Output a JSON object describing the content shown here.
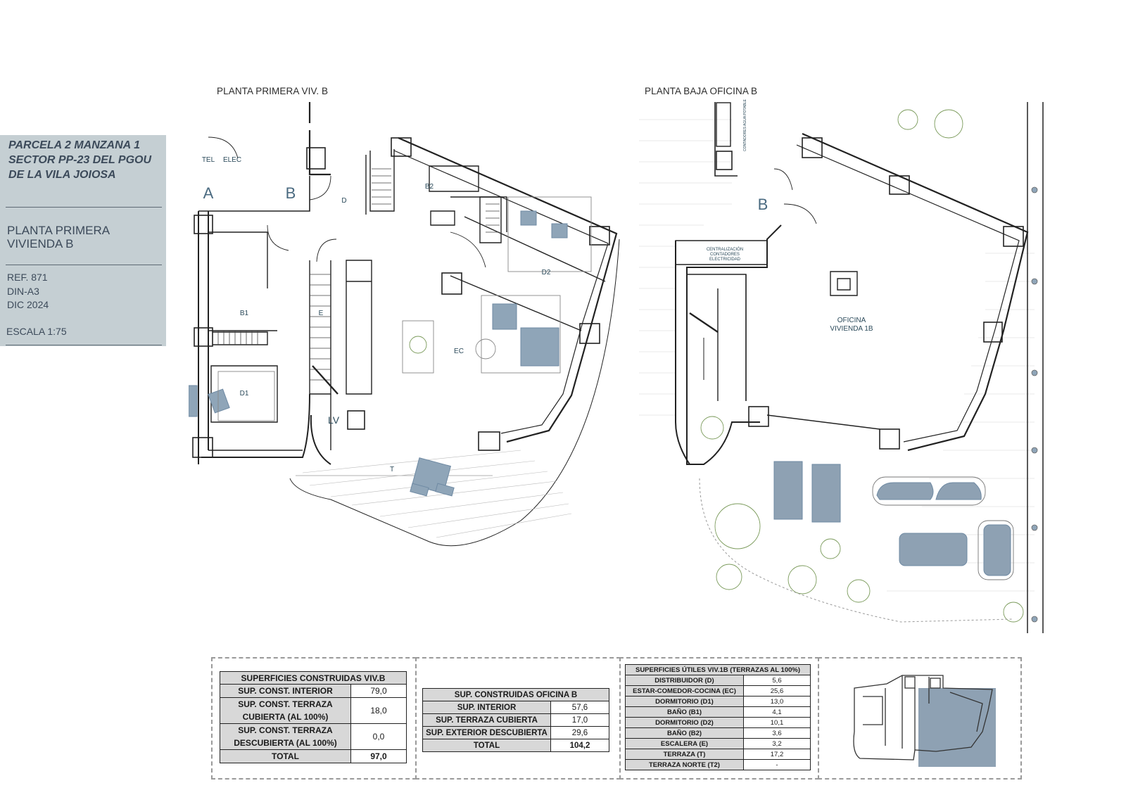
{
  "info": {
    "title_lines": [
      "PARCELA 2 MANZANA 1",
      "SECTOR PP-23 DEL PGOU",
      "DE LA VILA JOIOSA"
    ],
    "plan_lines": [
      "PLANTA PRIMERA",
      "VIVIENDA B"
    ],
    "ref_lines": [
      "REF. 871",
      "DIN-A3",
      "DIC 2024"
    ],
    "scale": "ESCALA 1:75"
  },
  "plan_left": {
    "title": "PLANTA PRIMERA VIV. B",
    "labels": {
      "tel": "TEL",
      "elec": "ELEC",
      "a": "A",
      "b": "B",
      "d": "D",
      "b2": "B2",
      "d2": "D2",
      "b1": "B1",
      "e": "E",
      "ec": "EC",
      "d1": "D1",
      "lv": "LV",
      "t": "T"
    }
  },
  "plan_right": {
    "title": "PLANTA BAJA OFICINA B",
    "labels": {
      "b": "B",
      "contadores_agua": "CONTADORES AGUA POTABLE",
      "centralizacion": [
        "CENTRALIZACIÓN",
        "CONTADORES",
        "ELECTRICIDAD"
      ],
      "oficina": [
        "OFICINA",
        "VIVIENDA 1B"
      ]
    }
  },
  "table_construidas_viv": {
    "header": "SUPERFICIES CONSTRUIDAS VIV.B",
    "rows": [
      {
        "label": [
          "SUP. CONST. INTERIOR"
        ],
        "value": "79,0"
      },
      {
        "label": [
          "SUP. CONST. TERRAZA",
          "CUBIERTA (AL 100%)"
        ],
        "value": "18,0"
      },
      {
        "label": [
          "SUP. CONST. TERRAZA",
          "DESCUBIERTA (AL 100%)"
        ],
        "value": "0,0"
      },
      {
        "label": [
          "TOTAL"
        ],
        "value": "97,0"
      }
    ]
  },
  "table_construidas_oficina": {
    "header": "SUP. CONSTRUIDAS OFICINA B",
    "rows": [
      {
        "label": "SUP. INTERIOR",
        "value": "57,6"
      },
      {
        "label": "SUP. TERRAZA CUBIERTA",
        "value": "17,0"
      },
      {
        "label": "SUP. EXTERIOR DESCUBIERTA",
        "value": "29,6"
      },
      {
        "label": "TOTAL",
        "value": "104,2"
      }
    ]
  },
  "table_utiles": {
    "header": "SUPERFICIES ÚTILES VIV.1B (TERRAZAS AL 100%)",
    "rows": [
      {
        "label": "DISTRIBUIDOR (D)",
        "value": "5,6"
      },
      {
        "label": "ESTAR-COMEDOR-COCINA (EC)",
        "value": "25,6"
      },
      {
        "label": "DORMITORIO (D1)",
        "value": "13,0"
      },
      {
        "label": "BAÑO (B1)",
        "value": "4,1"
      },
      {
        "label": "DORMITORIO (D2)",
        "value": "10,1"
      },
      {
        "label": "BAÑO (B2)",
        "value": "3,6"
      },
      {
        "label": "ESCALERA (E)",
        "value": "3,2"
      },
      {
        "label": "TERRAZA (T)",
        "value": "17,2"
      },
      {
        "label": "TERRAZA NORTE (T2)",
        "value": "-"
      }
    ]
  },
  "colors": {
    "panel": "#c5cfd3",
    "panel_text": "#3c4a5a",
    "furniture": "#8fa5b8",
    "furniture_dark": "#6f8aa3",
    "key_highlight": "#8ea1b3",
    "table_header": "#d8d8d8"
  }
}
